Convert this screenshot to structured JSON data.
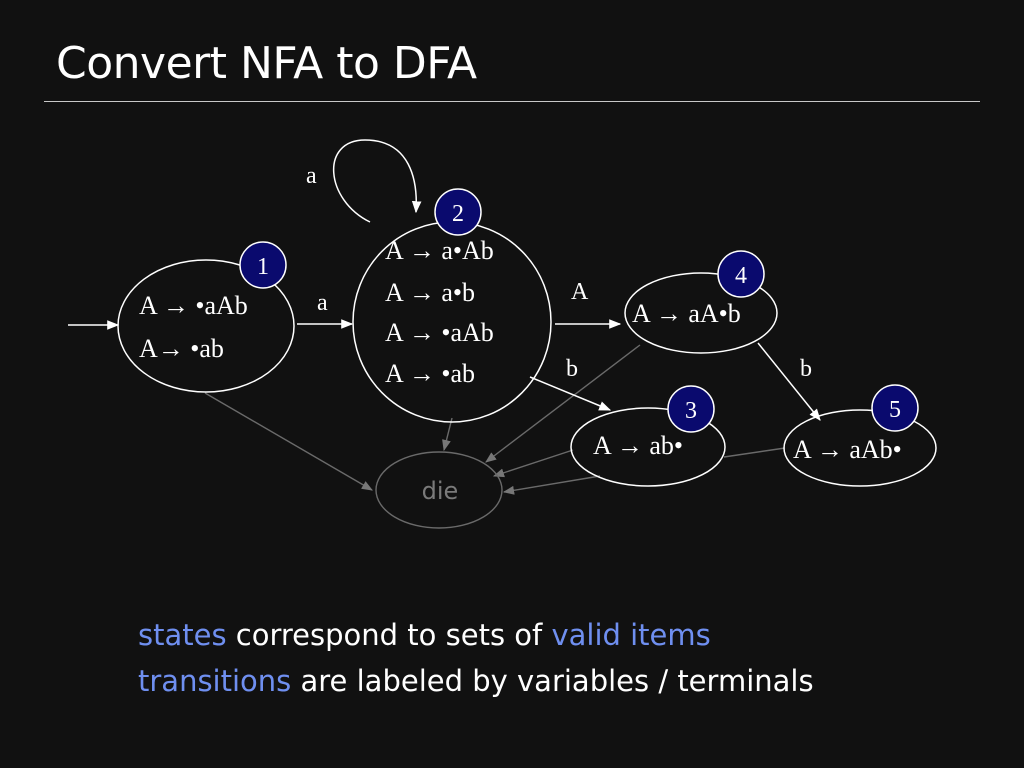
{
  "slide": {
    "title": "Convert NFA to DFA"
  },
  "diagram": {
    "states": [
      {
        "id": "1",
        "number": "1",
        "items": [
          "A → •aAb",
          "A→ •ab"
        ]
      },
      {
        "id": "2",
        "number": "2",
        "items": [
          "A → a•Ab",
          "A → a•b",
          "A → •aAb",
          "A → •ab"
        ]
      },
      {
        "id": "3",
        "number": "3",
        "items": [
          "A → ab•"
        ]
      },
      {
        "id": "4",
        "number": "4",
        "items": [
          "A → aA•b"
        ]
      },
      {
        "id": "5",
        "number": "5",
        "items": [
          "A → aAb•"
        ]
      }
    ],
    "dead_state": {
      "label": "die"
    },
    "transitions": [
      {
        "from": "1",
        "to": "2",
        "label": "a"
      },
      {
        "from": "2",
        "to": "2",
        "label": "a"
      },
      {
        "from": "2",
        "to": "4",
        "label": "A"
      },
      {
        "from": "2",
        "to": "3",
        "label": "b"
      },
      {
        "from": "4",
        "to": "5",
        "label": "b"
      }
    ],
    "colors": {
      "state_number_fill": "#0a0a6e",
      "dead_state": "#6a6a6a",
      "edges": "#ffffff"
    }
  },
  "footer": {
    "line1": {
      "hl": "states",
      "rest": " correspond to sets of ",
      "hl2": "valid items"
    },
    "line2": {
      "hl": "transitions",
      "rest": " are labeled by variables / terminals"
    },
    "highlight_color": "#6f8ff0"
  }
}
